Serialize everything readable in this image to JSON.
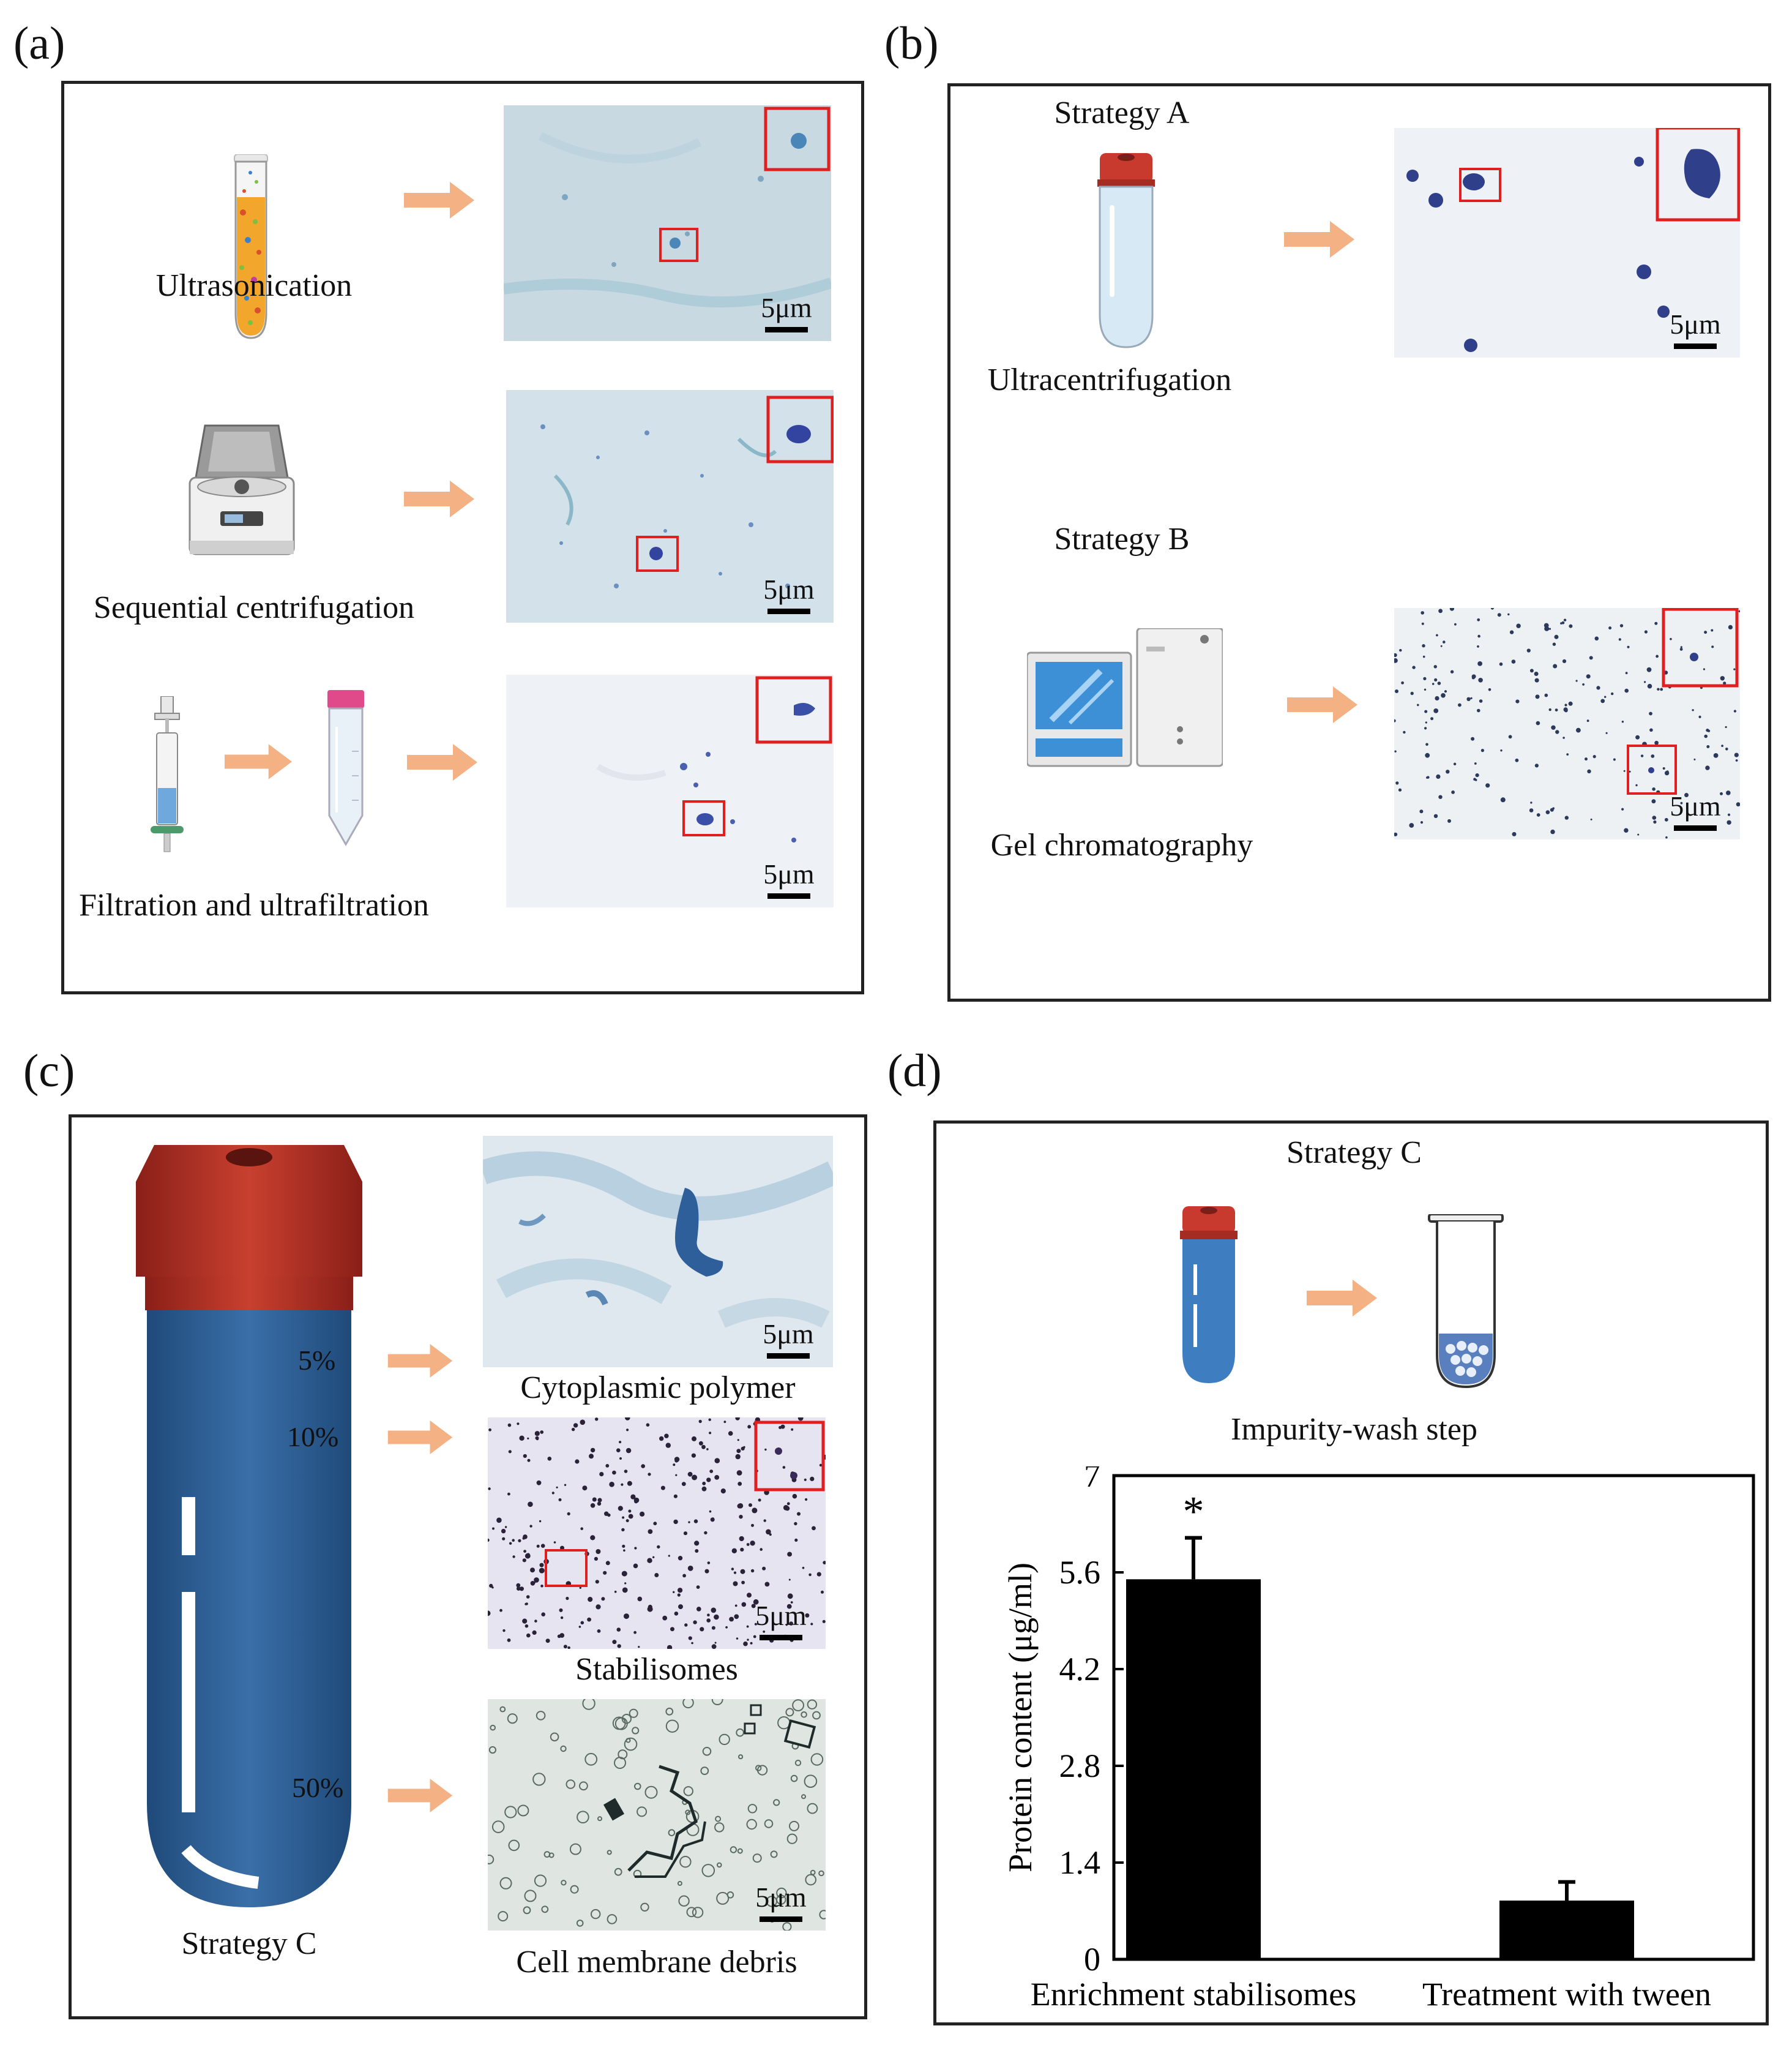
{
  "panels": {
    "a": {
      "label": "(a)",
      "methods": [
        "Ultrasonication",
        "Sequential centrifugation",
        "Filtration and ultrafiltration"
      ],
      "scale": "5μm"
    },
    "b": {
      "label": "(b)",
      "strategy_a": "Strategy A",
      "strategy_a_method": "Ultracentrifugation",
      "strategy_b": "Strategy B",
      "strategy_b_method": "Gel chromatography",
      "scale": "5μm"
    },
    "c": {
      "label": "(c)",
      "percents": [
        "5%",
        "10%",
        "50%"
      ],
      "fractions": [
        "Cytoplasmic polymer",
        "Stabilisomes",
        "Cell membrane debris"
      ],
      "strategy": "Strategy C",
      "scale": "5μm"
    },
    "d": {
      "label": "(d)",
      "strategy": "Strategy C",
      "step": "Impurity-wash step"
    }
  },
  "colors": {
    "arrow": "#f4b183",
    "highlight_box": "#e02020",
    "bar": "#000000",
    "tube_blue": "#2f5f93",
    "cap_red": "#b8332a"
  },
  "chart_data": {
    "type": "bar",
    "categories": [
      "Enrichment stabilisomes",
      "Treatment with tween"
    ],
    "values": [
      5.5,
      0.85
    ],
    "errors": [
      0.6,
      0.27
    ],
    "annotations": [
      "*",
      ""
    ],
    "ylabel": "Protein content (μg/ml)",
    "yticks": [
      "0",
      "1.4",
      "2.8",
      "4.2",
      "5.6",
      "7"
    ],
    "ylim": [
      0,
      7
    ]
  }
}
